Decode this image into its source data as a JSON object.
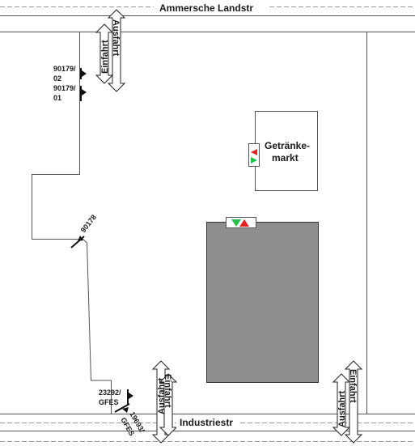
{
  "streets": {
    "top": "Ammersche Landstr",
    "bottom": "Industriestr"
  },
  "access_arrows": {
    "top_ausfahrt": "Ausfahrt",
    "top_einfahrt": "Einfahrt",
    "bottom_left_ausfahrt": "Ausfahrt",
    "bottom_left_einfahrt": "Einfahrt",
    "bottom_right_ausfahrt": "Ausfahrt",
    "bottom_right_einfahrt": "Einfahrt"
  },
  "shop": {
    "line1": "Getränke-",
    "line2": "markt"
  },
  "markers": {
    "m1_line1": "90179/",
    "m1_line2": "02",
    "m2_line1": "90179/",
    "m2_line2": "01",
    "m3": "90178",
    "m4_line1": "23292/",
    "m4_line2": "GFES",
    "m5_line1": "19693/",
    "m5_line2": "GFES"
  },
  "colors": {
    "building": "#8e8e8e",
    "signal_red": "#e52020",
    "signal_green": "#22c24a",
    "lines": "#555555"
  }
}
